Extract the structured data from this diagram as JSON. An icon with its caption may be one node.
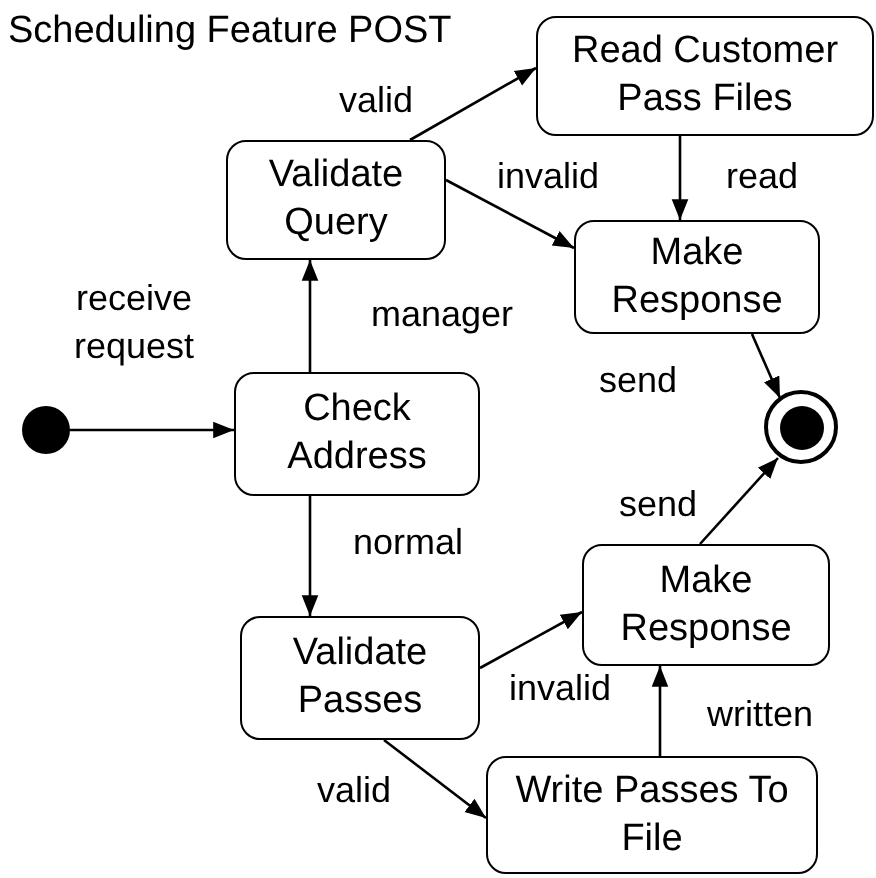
{
  "diagram": {
    "title": "Scheduling Feature POST",
    "nodes": [
      {
        "text": [
          "Read Customer Pass Files"
        ]
      },
      {
        "text": [
          "Validate Query"
        ]
      },
      {
        "text": [
          "Make Response"
        ]
      },
      {
        "text": [
          "Check Address"
        ]
      },
      {
        "text": [],
        "shape": "circle"
      },
      {
        "text": [],
        "shape": "circle"
      },
      {
        "text": [
          "Make Response"
        ]
      },
      {
        "text": [
          "Validate Passes"
        ]
      },
      {
        "text": [
          "Write Passes To File"
        ]
      }
    ],
    "edges": [
      {
        "from": 4,
        "to": 3,
        "arrow": "to",
        "label": "receive request"
      },
      {
        "from": 3,
        "to": 1,
        "arrow": "to",
        "label": "manager"
      },
      {
        "from": 1,
        "to": 0,
        "arrow": "to",
        "label": "valid"
      },
      {
        "from": 1,
        "to": 2,
        "arrow": "to",
        "label": "invalid"
      },
      {
        "from": 0,
        "to": 2,
        "arrow": "to",
        "label": "read"
      },
      {
        "from": 2,
        "to": 5,
        "arrow": "to",
        "label": "send"
      },
      {
        "from": 3,
        "to": 7,
        "arrow": "to",
        "label": "normal"
      },
      {
        "from": 7,
        "to": 6,
        "arrow": "to",
        "label": "invalid"
      },
      {
        "from": 7,
        "to": 8,
        "arrow": "to",
        "label": "valid"
      },
      {
        "from": 8,
        "to": 6,
        "arrow": "to",
        "label": "written"
      },
      {
        "from": 6,
        "to": 5,
        "arrow": "to",
        "label": "send"
      }
    ]
  }
}
